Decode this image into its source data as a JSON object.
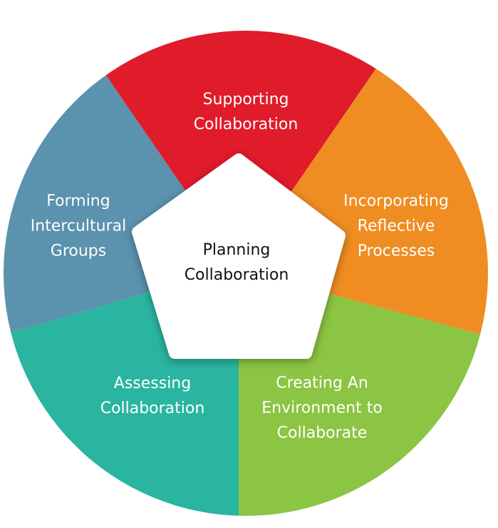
{
  "center": {
    "line1": "Planning",
    "line2": "Collaboration"
  },
  "segments": [
    {
      "id": "supporting",
      "line1": "Supporting",
      "line2": "Collaboration",
      "line3": "",
      "color": "#e01b2a"
    },
    {
      "id": "reflective",
      "line1": "Incorporating",
      "line2": "Reflective",
      "line3": "Processes",
      "color": "#ef8d22"
    },
    {
      "id": "environment",
      "line1": "Creating An",
      "line2": "Environment to",
      "line3": "Collaborate",
      "color": "#8cc443"
    },
    {
      "id": "assessing",
      "line1": "Assessing",
      "line2": "Collaboration",
      "line3": "",
      "color": "#2ab5a0"
    },
    {
      "id": "forming",
      "line1": "Forming",
      "line2": "Intercultural",
      "line3": "Groups",
      "color": "#5b92ae"
    }
  ]
}
